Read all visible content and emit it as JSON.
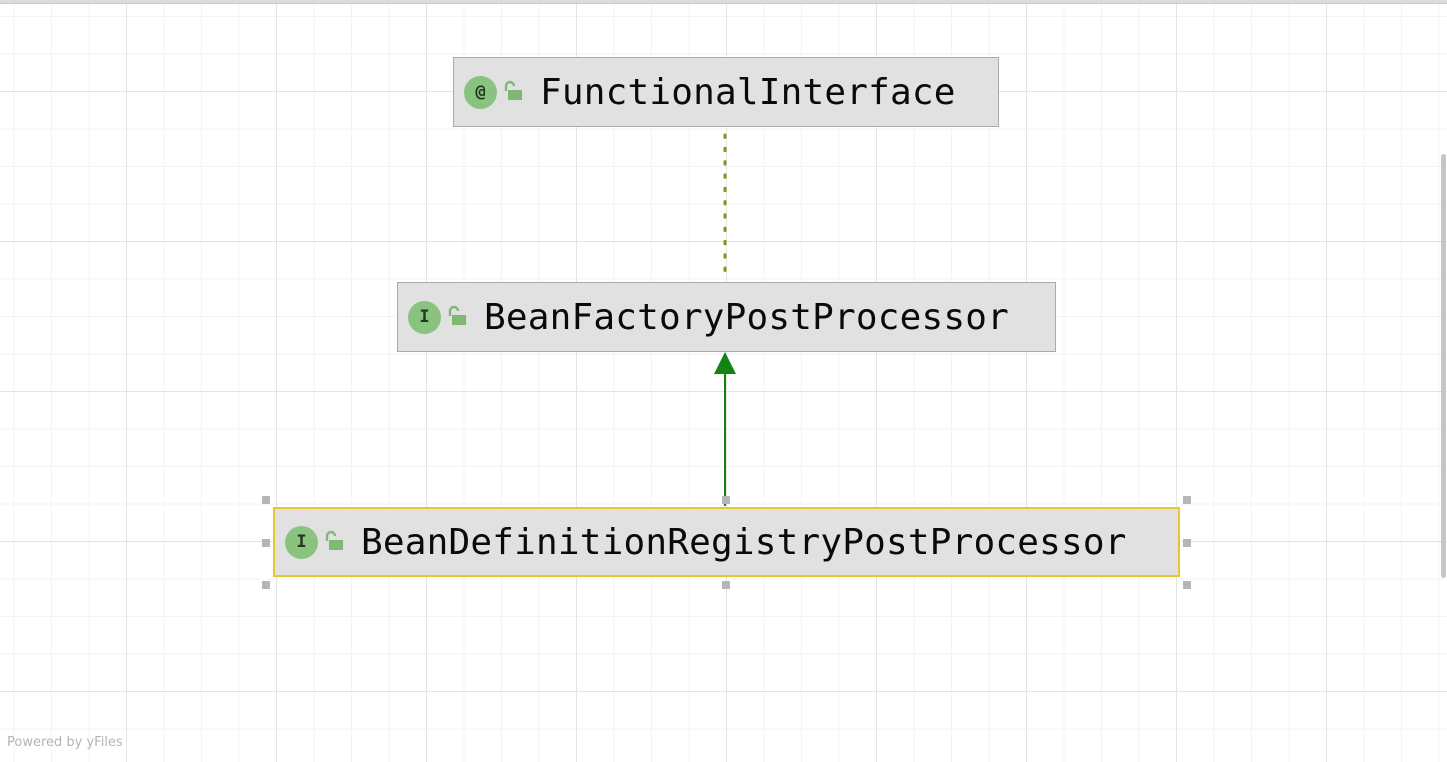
{
  "diagram": {
    "nodes": [
      {
        "id": "functional-interface",
        "kind_glyph": "@",
        "kind_icon": "annotation-icon",
        "visibility_icon": "public-unlock-icon",
        "label": "FunctionalInterface",
        "selected": false
      },
      {
        "id": "bean-factory-post-processor",
        "kind_glyph": "I",
        "kind_icon": "interface-icon",
        "visibility_icon": "public-unlock-icon",
        "label": "BeanFactoryPostProcessor",
        "selected": false
      },
      {
        "id": "bean-definition-registry-post-processor",
        "kind_glyph": "I",
        "kind_icon": "interface-icon",
        "visibility_icon": "public-unlock-icon",
        "label": "BeanDefinitionRegistryPostProcessor",
        "selected": true
      }
    ],
    "edges": [
      {
        "from": "bean-factory-post-processor",
        "to": "functional-interface",
        "style": "dotted",
        "color": "#7a9a1c"
      },
      {
        "from": "bean-definition-registry-post-processor",
        "to": "bean-factory-post-processor",
        "style": "solid-arrow",
        "color": "#138313"
      }
    ]
  },
  "watermark": "Powered by yFiles",
  "colors": {
    "node_fill": "#e1e1e1",
    "icon_green": "#8ac27f",
    "selection": "#e5c830"
  }
}
